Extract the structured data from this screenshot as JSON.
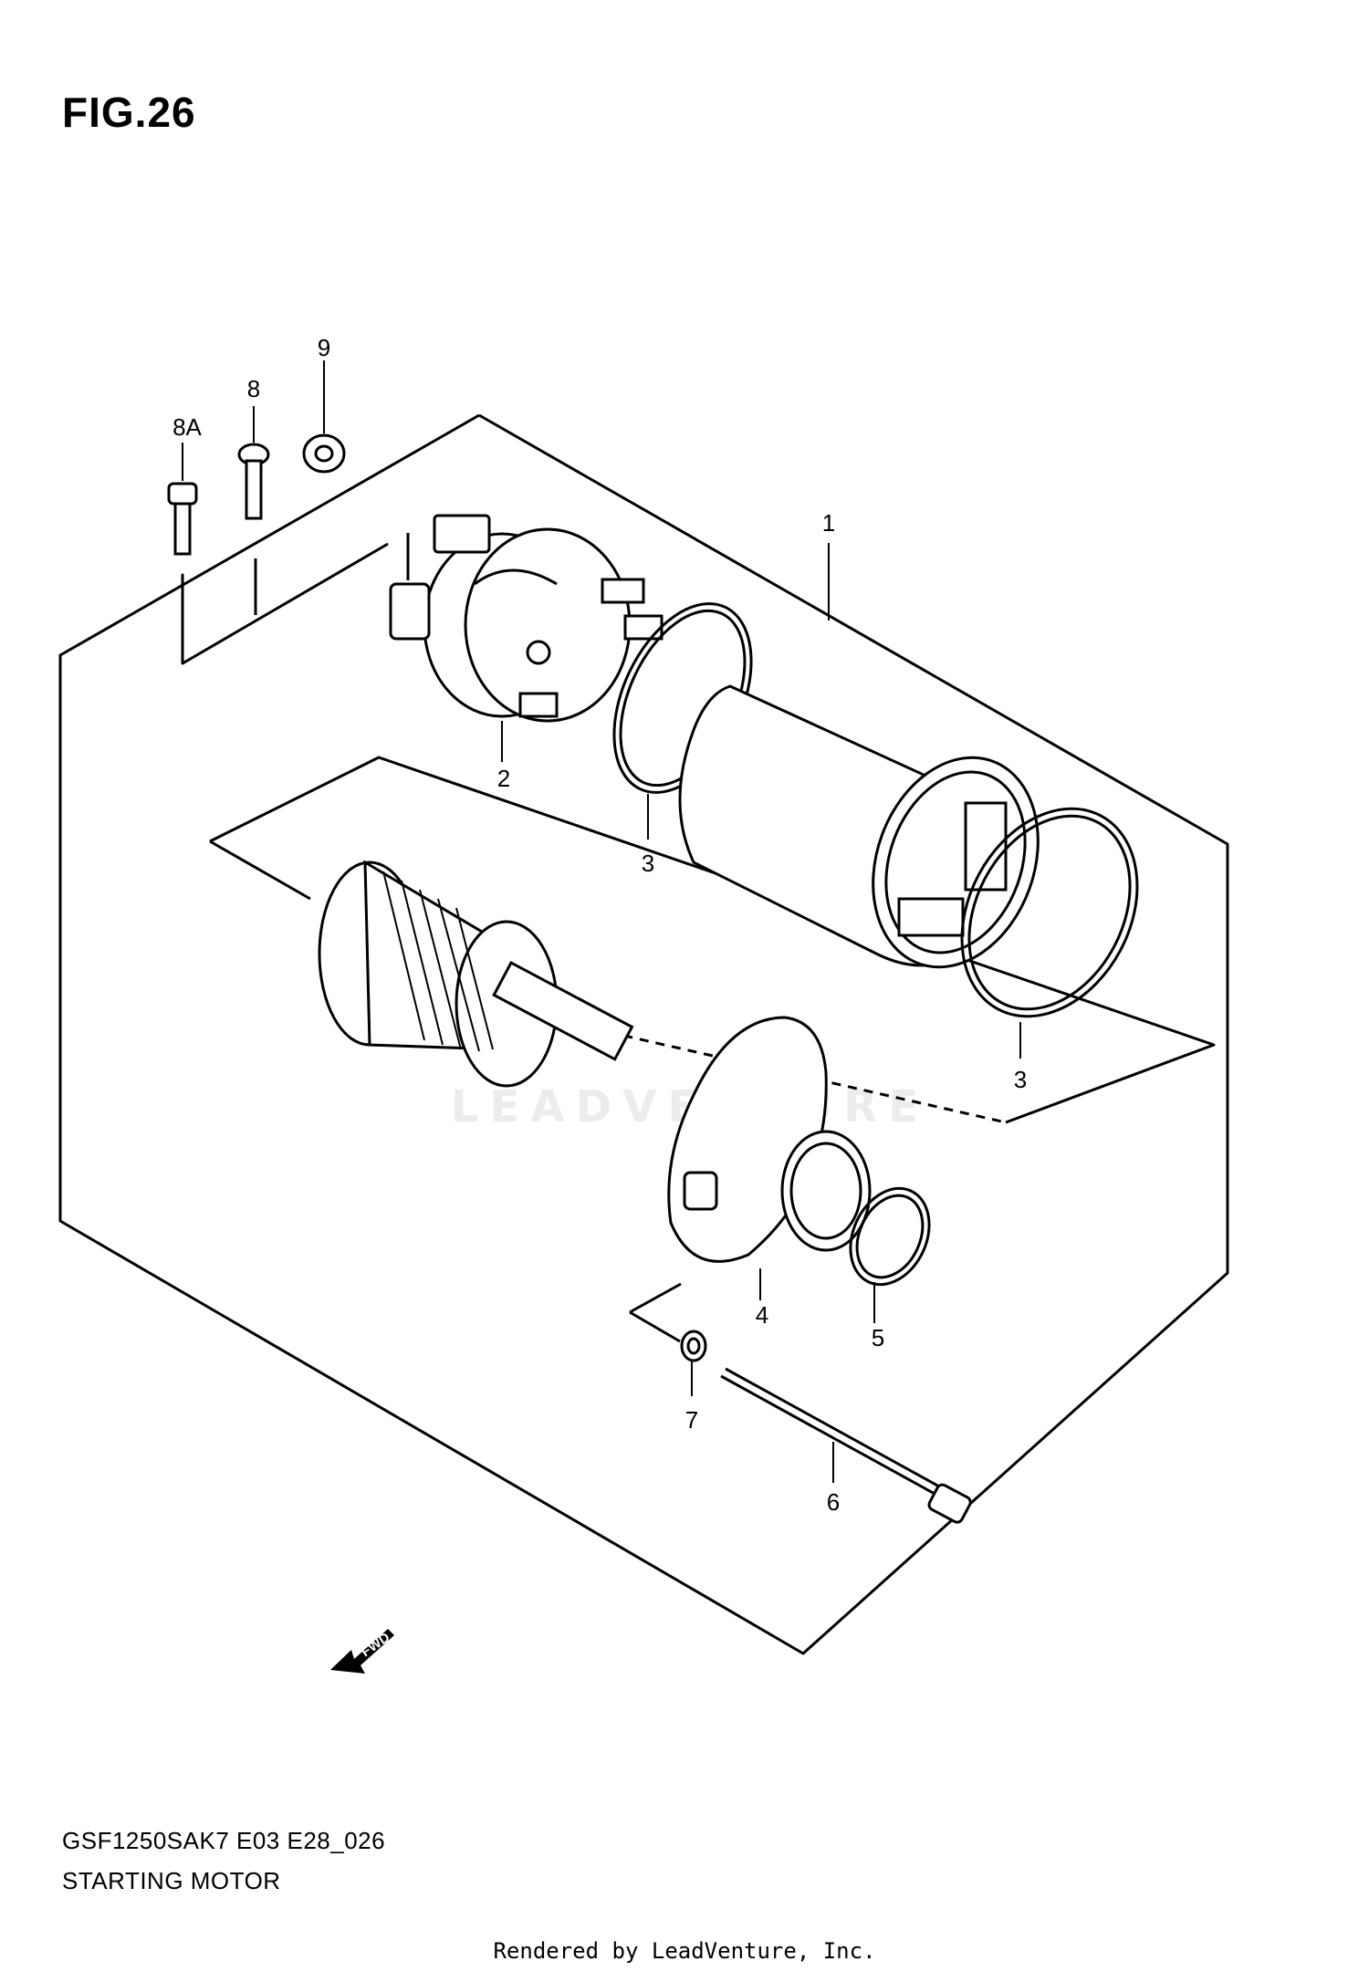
{
  "figure": {
    "title": "FIG.26"
  },
  "callouts": [
    "1",
    "2",
    "3",
    "3",
    "4",
    "5",
    "6",
    "7",
    "8",
    "8A",
    "9"
  ],
  "fwd_label": "FWD",
  "watermark": "LEADVENTURE",
  "footer": {
    "model_code": "GSF1250SAK7 E03 E28_026",
    "assembly_name": "STARTING MOTOR",
    "rendered_by": "Rendered by LeadVenture, Inc."
  }
}
